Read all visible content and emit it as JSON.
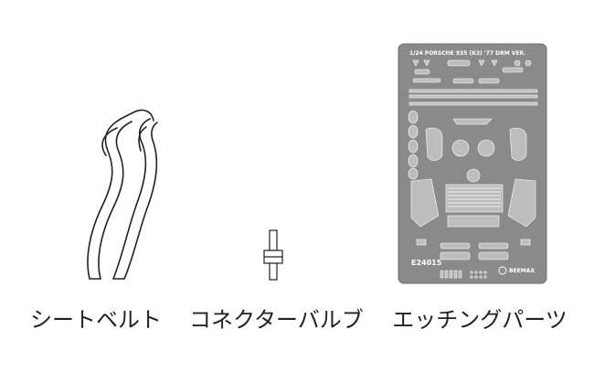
{
  "products": [
    {
      "label": "シートベルト",
      "icon": "seatbelt-icon"
    },
    {
      "label": "コネクターバルブ",
      "icon": "connector-valve-icon"
    },
    {
      "label": "エッチングパーツ",
      "icon": "photo-etch-sheet-icon",
      "sheet": {
        "title": "1/24  PORSCHE 935 (K3) '77 DRM VER.",
        "code": "E24015",
        "brand": "BEEMAX"
      }
    }
  ],
  "colors": {
    "sheet": "#8a8a8a",
    "sheet_edge": "#6f6f6f",
    "part_fill": "#bdbdbd",
    "line": "#222222",
    "label": "#222222"
  }
}
